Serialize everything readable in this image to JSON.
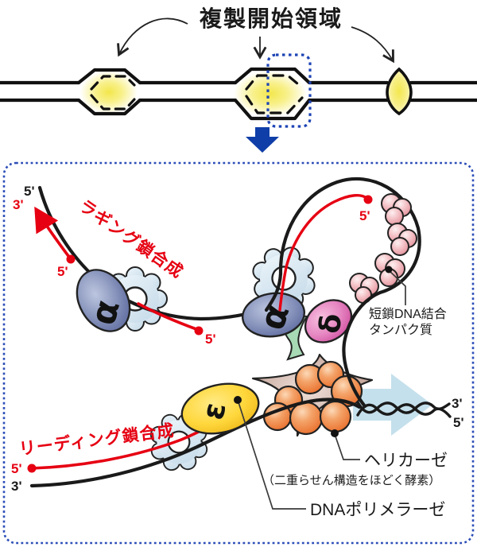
{
  "title": "複製開始領域",
  "labels": {
    "lagging": "ラギング鎖合成",
    "leading": "リーディング鎖合成",
    "ssb_line1": "短鎖DNA結合",
    "ssb_line2": "タンパク質",
    "helicase": "ヘリカーゼ",
    "helicase_sub": "（二重らせん構造をほどく酵素）",
    "polymerase": "DNAポリメラーゼ"
  },
  "subunits": {
    "alpha_left": "α",
    "alpha_center": "α",
    "delta": "δ",
    "epsilon": "ε"
  },
  "strand_ends": {
    "lagging_template_5": "5'",
    "lagging_new_3": "3'",
    "lagging_new_5": "5'",
    "okazaki_5": "5'",
    "loop_primer_5": "5'",
    "leading_new_5": "5'",
    "leading_template_3": "3'",
    "parental_3": "3'",
    "parental_5": "5'"
  },
  "colors": {
    "accent_red": "#e60012",
    "strand_black": "#1a1a1a",
    "panel_border_blue": "#2b4db8",
    "zoom_arrow_blue": "#0f3ea8",
    "movement_arrow_blue": "#c4e0ec",
    "bubble_glow_yellow": "#f6ec6a",
    "clamp_blue": "#d8eaf4",
    "pol_alpha_slate": "#6b77a8",
    "pol_delta_pink": "#dd66b0",
    "pol_epsilon_yellow": "#ffd83e",
    "helicase_orange": "#ee7f3e",
    "ssb_pink": "#f0b6bb",
    "primase_tan": "#c7aba0",
    "linker_green": "#a6d9b4"
  }
}
